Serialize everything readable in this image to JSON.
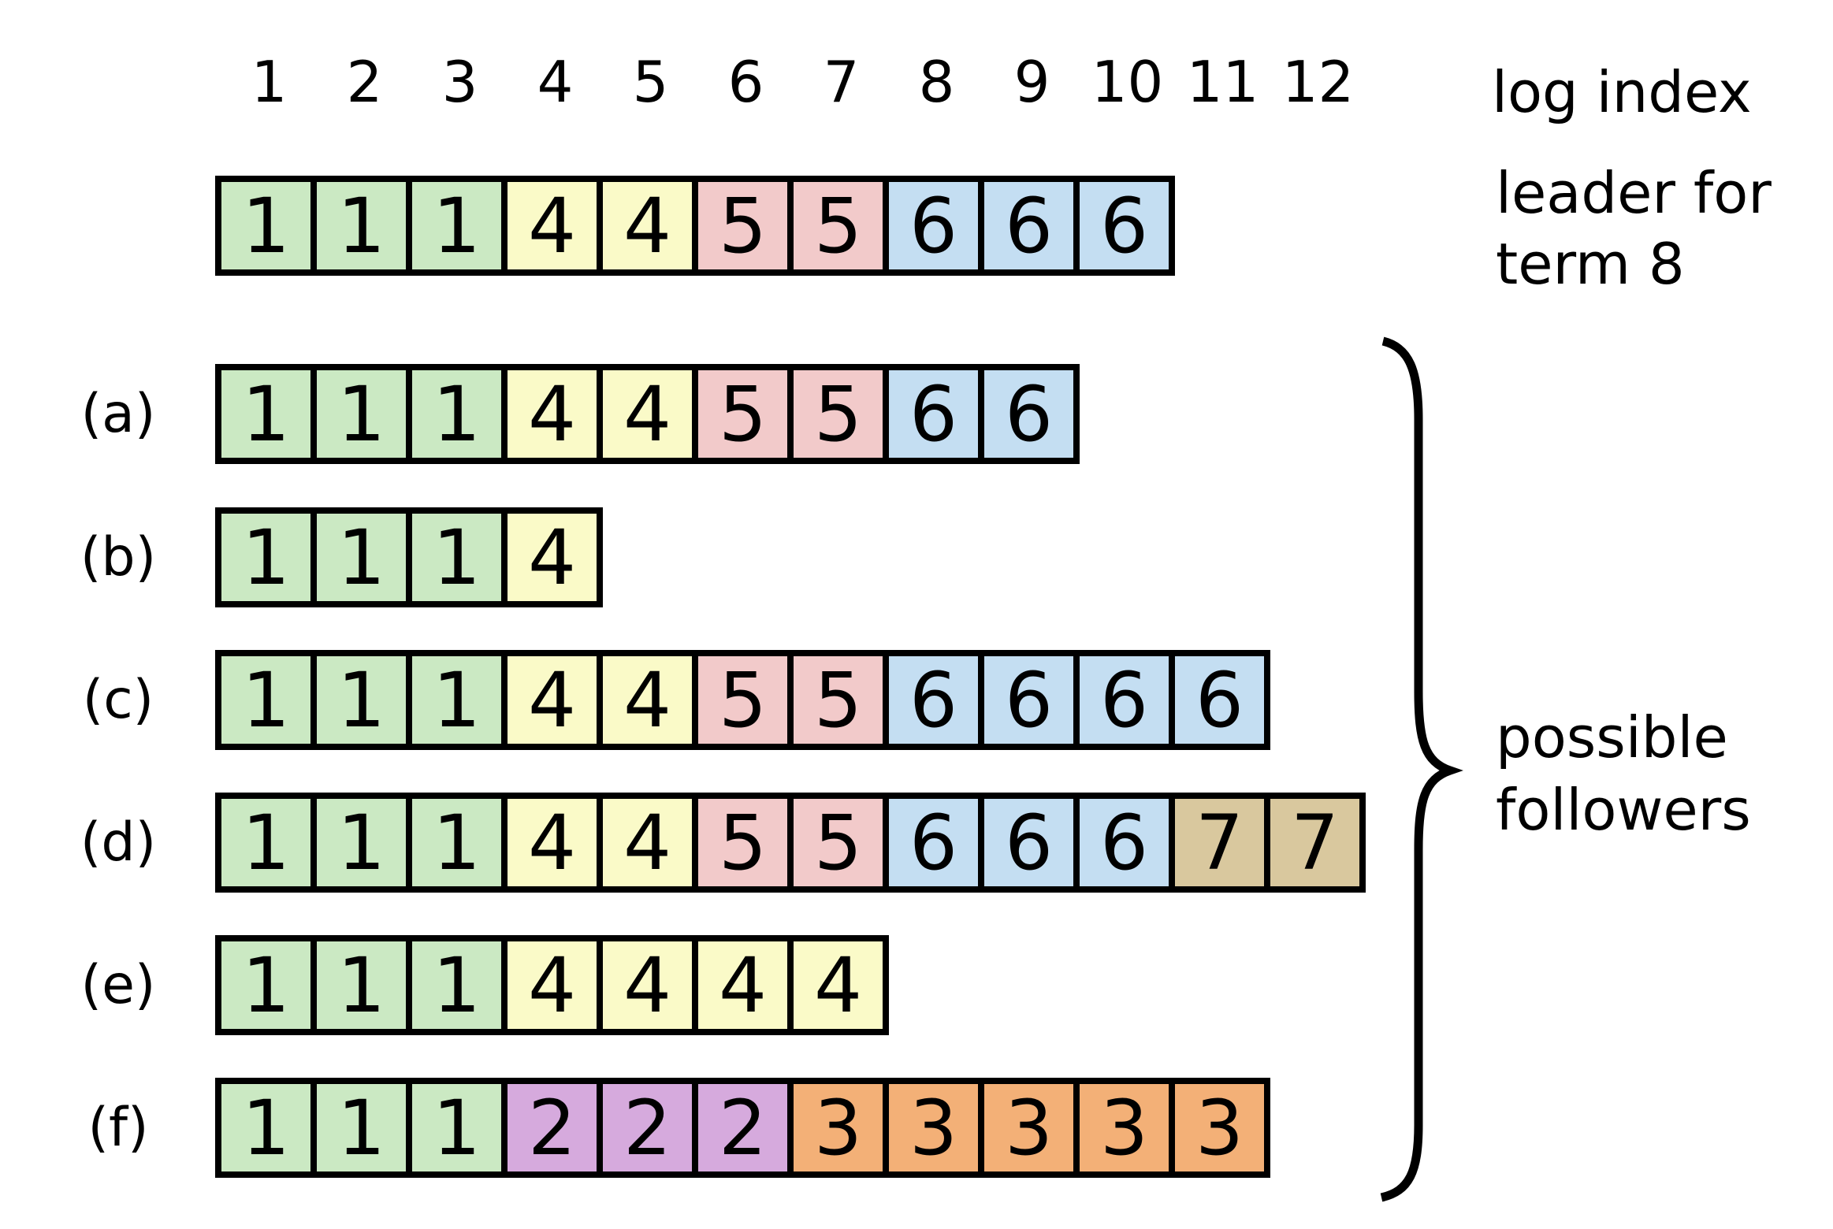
{
  "header": {
    "log_index_label": "log index",
    "indices": [
      "1",
      "2",
      "3",
      "4",
      "5",
      "6",
      "7",
      "8",
      "9",
      "10",
      "11",
      "12"
    ]
  },
  "leader": {
    "caption_lines": [
      "leader for",
      "term 8"
    ],
    "entries": [
      1,
      1,
      1,
      4,
      4,
      5,
      5,
      6,
      6,
      6
    ]
  },
  "followers": {
    "caption_lines": [
      "possible",
      "followers"
    ],
    "rows": [
      {
        "label": "(a)",
        "entries": [
          1,
          1,
          1,
          4,
          4,
          5,
          5,
          6,
          6
        ]
      },
      {
        "label": "(b)",
        "entries": [
          1,
          1,
          1,
          4
        ]
      },
      {
        "label": "(c)",
        "entries": [
          1,
          1,
          1,
          4,
          4,
          5,
          5,
          6,
          6,
          6,
          6
        ]
      },
      {
        "label": "(d)",
        "entries": [
          1,
          1,
          1,
          4,
          4,
          5,
          5,
          6,
          6,
          6,
          7,
          7
        ]
      },
      {
        "label": "(e)",
        "entries": [
          1,
          1,
          1,
          4,
          4,
          4,
          4
        ]
      },
      {
        "label": "(f)",
        "entries": [
          1,
          1,
          1,
          2,
          2,
          2,
          3,
          3,
          3,
          3,
          3
        ]
      }
    ]
  },
  "term_colors": {
    "1": "#cbe9c3",
    "2": "#d6aadd",
    "3": "#f3b077",
    "4": "#fafac8",
    "5": "#f2caca",
    "6": "#c4def2",
    "7": "#d9c89e"
  },
  "brace_color": "#000000"
}
